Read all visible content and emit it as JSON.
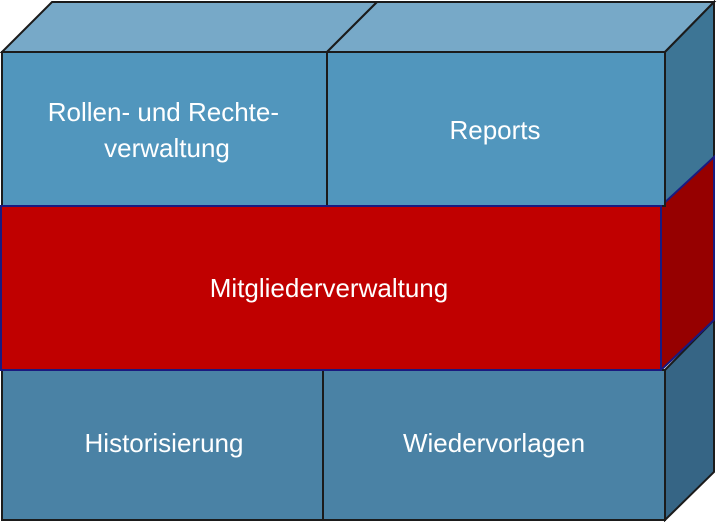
{
  "colors": {
    "top_face": "#77a9c8",
    "top_row_front": "#5196bd",
    "top_row_side": "#3d7595",
    "middle_front": "#c00000",
    "middle_side": "#960000",
    "bottom_front": "#4a82a5",
    "bottom_side": "#366585",
    "stroke": "#1b1b1b"
  },
  "modules": {
    "top_left": {
      "line1": "Rollen- und Rechte-",
      "line2": "verwaltung"
    },
    "top_right": {
      "label": "Reports"
    },
    "middle": {
      "label": "Mitgliederverwaltung"
    },
    "bottom_left": {
      "label": "Historisierung"
    },
    "bottom_right": {
      "label": "Wiedervorlagen"
    }
  }
}
